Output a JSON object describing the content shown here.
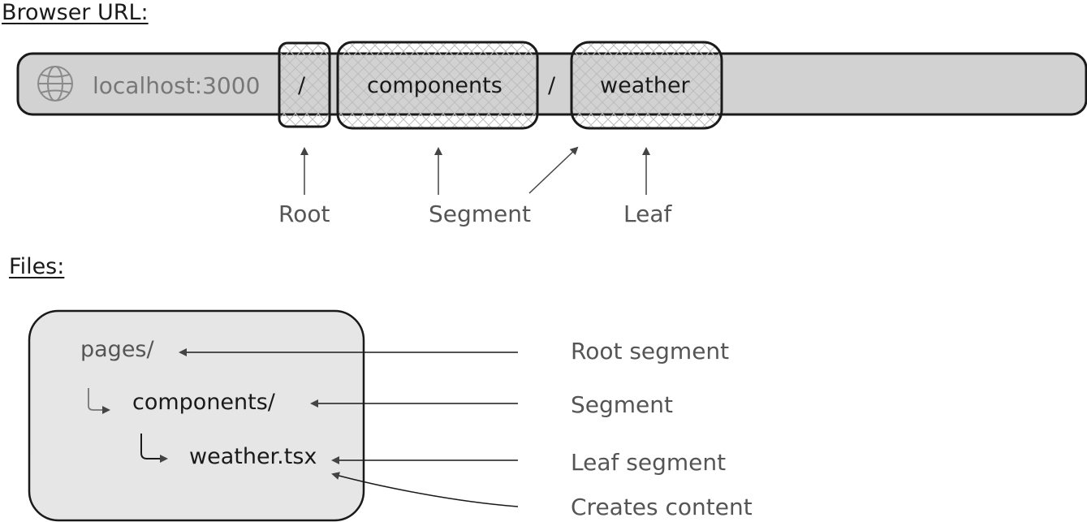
{
  "headings": {
    "browser_url": "Browser URL:",
    "files": "Files:"
  },
  "url_bar": {
    "host": "localhost:3000",
    "root": "/",
    "segment": "components",
    "separator": "/",
    "leaf": "weather",
    "icon": "globe-icon"
  },
  "url_captions": {
    "root": "Root",
    "segment": "Segment",
    "leaf": "Leaf"
  },
  "files": {
    "pages": "pages/",
    "components": "components/",
    "weather": "weather.tsx"
  },
  "file_captions": {
    "root_segment": "Root segment",
    "segment": "Segment",
    "leaf_segment": "Leaf segment",
    "creates_content": "Creates content"
  },
  "colors": {
    "bar_fill": "#d2d2d2",
    "box_fill": "#e6e6e6",
    "stroke": "#1a1a1a",
    "arrow": "#444444"
  }
}
